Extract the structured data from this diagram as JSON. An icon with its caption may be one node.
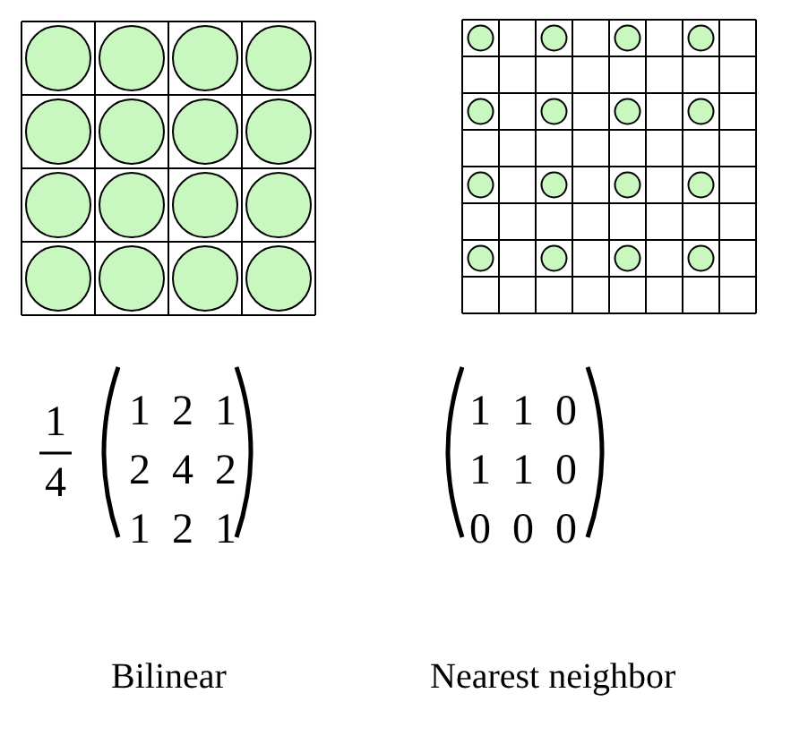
{
  "diagram": {
    "labels": [
      "1",
      "4",
      "1",
      "2",
      "1",
      "2",
      "4",
      "2",
      "1",
      "2",
      "1",
      "1",
      "1",
      "0",
      "1",
      "1",
      "0",
      "0",
      "0",
      "0",
      "Bilinear",
      "Nearest neighbor"
    ]
  }
}
